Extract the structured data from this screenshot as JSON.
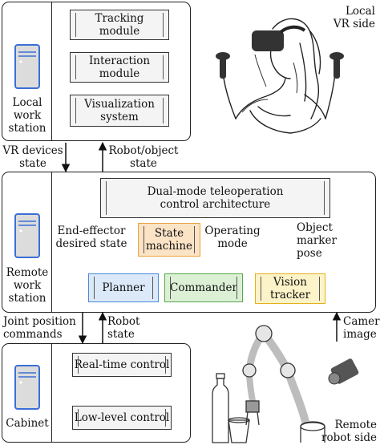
{
  "local_station": {
    "label": "Local\nwork\nstation",
    "modules": [
      "Tracking\nmodule",
      "Interaction\nmodule",
      "Visualization\nsystem"
    ]
  },
  "local_vr_side": "Local\nVR side",
  "links_top": {
    "down": "VR devices\nstate",
    "up": "Robot/object\nstate"
  },
  "remote_station": {
    "label": "Remote\nwork\nstation",
    "architecture": "Dual-mode teleoperation\ncontrol architecture",
    "state_machine": "State\nmachine",
    "planner": "Planner",
    "commander": "Commander",
    "vision_tracker": "Vision\ntracker",
    "end_effector": "End-effector\ndesired state",
    "operating_mode": "Operating\nmode",
    "object_pose": "Object\nmarker\npose"
  },
  "links_bottom": {
    "down": "Joint position\ncommands",
    "up": "Robot\nstate",
    "camera": "Camera\nimage"
  },
  "cabinet": {
    "label": "Cabinet",
    "realtime": "Real-time control",
    "lowlevel": "Low-level control"
  },
  "remote_robot_side": "Remote\nrobot side",
  "colors": {
    "state_machine_fill": "#fbe3c6",
    "state_machine_border": "#e8a23a",
    "planner_fill": "#dbe9f9",
    "planner_border": "#4a8ad8",
    "commander_fill": "#dcf0d6",
    "commander_border": "#57a94a",
    "vision_fill": "#fdf3c8",
    "vision_border": "#e2b21c",
    "pc_outline": "#3b6fd6"
  }
}
